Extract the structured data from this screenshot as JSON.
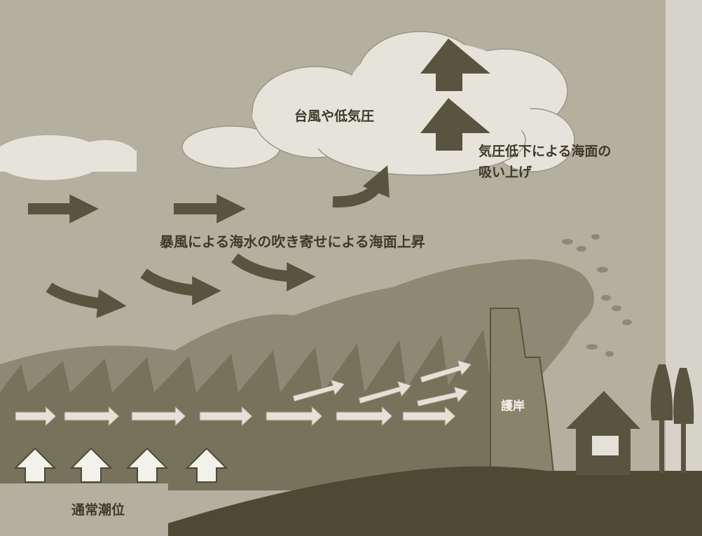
{
  "diagram": {
    "labels": {
      "typhoon": "台風や低気圧",
      "suction_line1": "気圧低下による海面の",
      "suction_line2": "吸い上げ",
      "wind_setup": "暴風による海水の吹き寄せによる海面上昇",
      "seawall": "護岸",
      "normal_tide": "通常潮位"
    },
    "colors": {
      "sky": "#b3b09f",
      "cloud": "#e6e4da",
      "dark_arrow": "#58543f",
      "wave": "#8d8974",
      "water": "#76725c",
      "ground": "#4e4935",
      "seawall": "#88846c",
      "light_arrow": "#e4e2d8"
    }
  }
}
